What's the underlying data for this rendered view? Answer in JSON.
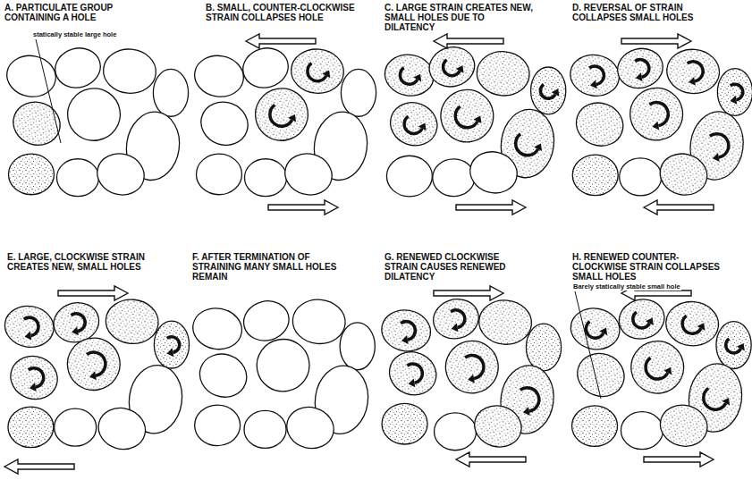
{
  "diagram": {
    "labels": [
      "A. PARTICULATE GROUP CONTAINING A HOLE",
      "statically stable large hole",
      "B. SMALL, COUNTER-CLOCKWISE STRAIN COLLAPSES HOLE",
      "C. LARGE STRAIN CREATES NEW, SMALL HOLES DUE TO DILATENCY",
      "D. REVERSAL OF STRAIN COLLAPSES SMALL HOLES",
      "E. LARGE, CLOCKWISE STRAIN CREATES NEW, SMALL HOLES",
      "F. AFTER TERMINATION OF STRAINING MANY SMALL HOLES REMAIN",
      "Barely statically stable small hole",
      "G. RENEWED CLOCKWISE STRAIN CAUSES RENEWED DILATENCY",
      "H. RENEWED COUNTER-CLOCKWISE STRAIN COLLAPSES SMALL HOLES"
    ]
  }
}
